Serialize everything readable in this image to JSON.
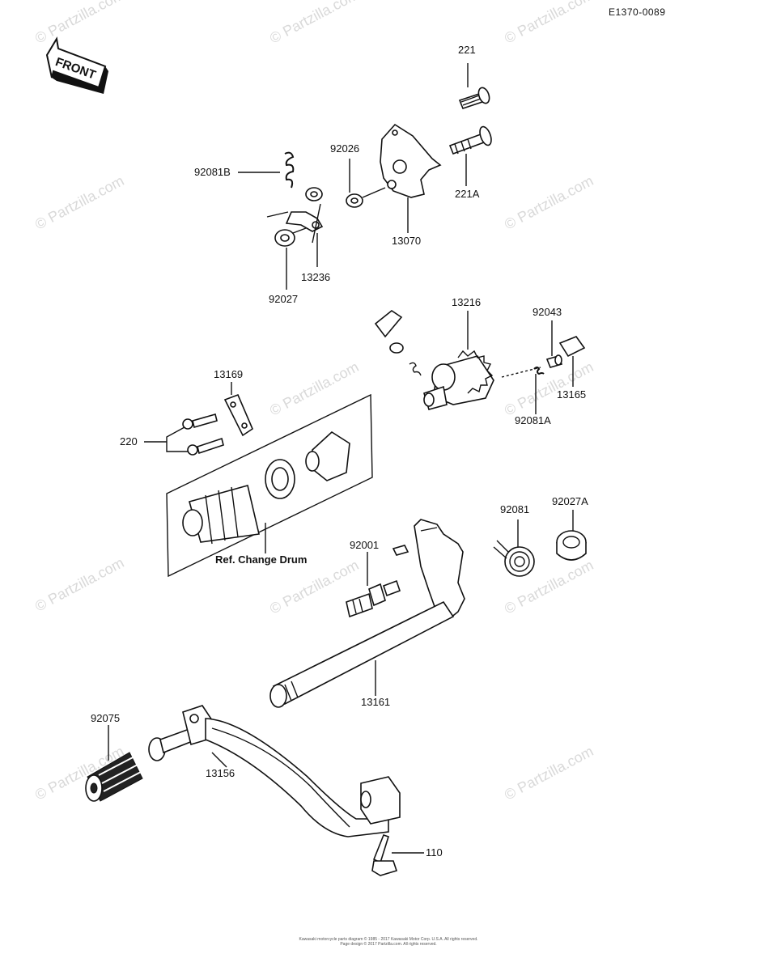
{
  "diagram": {
    "code": "E1370-0089",
    "front_label": "FRONT",
    "ref_label": "Ref. Change Drum",
    "parts": {
      "p221": "221",
      "p221a": "221A",
      "p92026": "92026",
      "p92081b": "92081B",
      "p13070": "13070",
      "p13236": "13236",
      "p92027": "92027",
      "p13216": "13216",
      "p92043": "92043",
      "p13165": "13165",
      "p92081a": "92081A",
      "p13169": "13169",
      "p220": "220",
      "p92081": "92081",
      "p92027a": "92027A",
      "p92001": "92001",
      "p13161": "13161",
      "p92075": "92075",
      "p13156": "13156",
      "p110": "110"
    },
    "watermark": "© Partzilla.com",
    "footer_line1": "Kawasaki motorcycle parts diagram © 1985 - 2017 Kawasaki Motor Corp. U.S.A. All rights reserved.",
    "footer_line2": "Page design © 2017 Partzilla.com. All rights reserved."
  }
}
